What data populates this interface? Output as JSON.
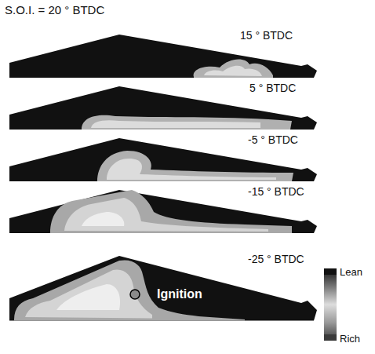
{
  "diagram": {
    "title": "S.O.I. = 20 °  BTDC",
    "labels": [
      "15 ° BTDC",
      "5 ° BTDC",
      "-5 ° BTDC",
      "-15 ° BTDC",
      "-25 ° BTDC",
      "Ignition"
    ],
    "legend": [
      {
        "text": "Lean",
        "color": "#111111"
      },
      {
        "text": "Rich",
        "color": "#3a3a3a"
      }
    ]
  }
}
